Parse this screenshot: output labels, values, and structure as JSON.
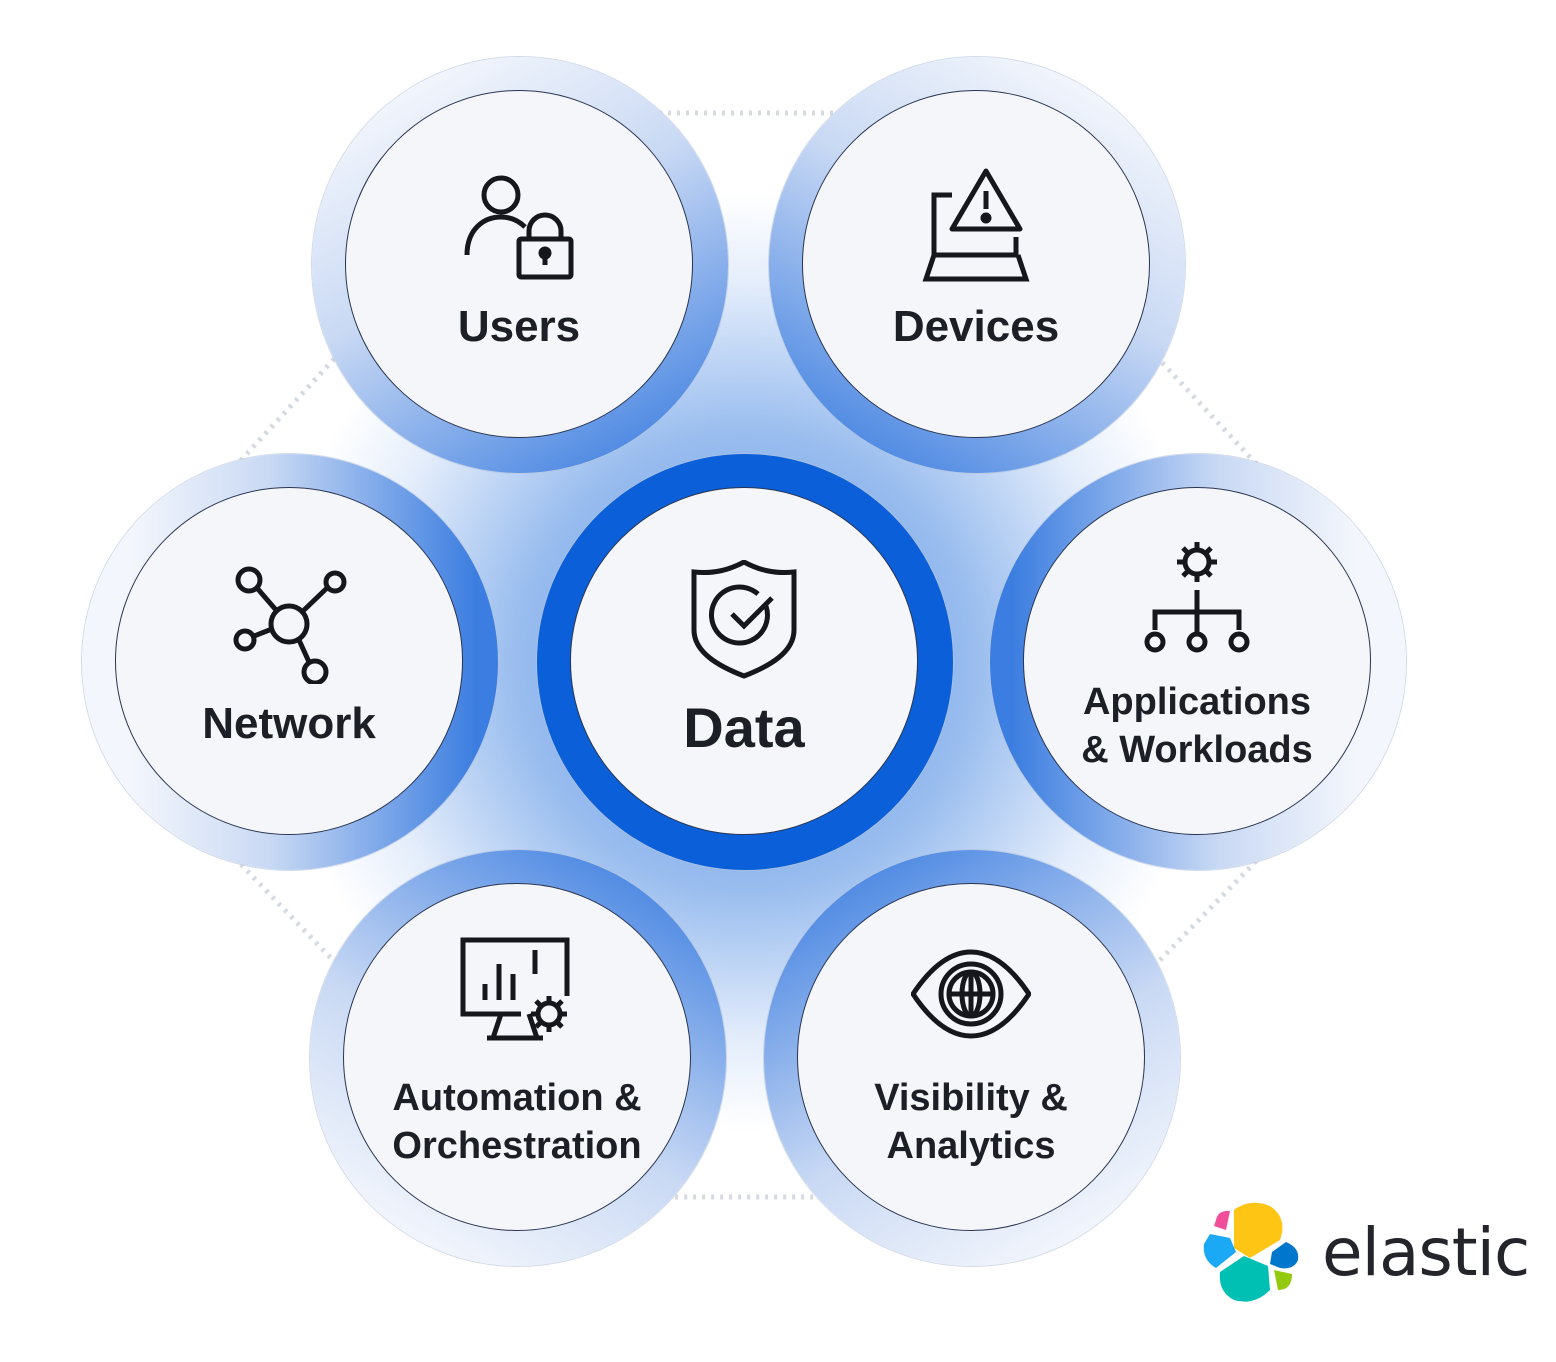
{
  "center": {
    "label": "Data",
    "icon": "shield-check-icon"
  },
  "nodes": [
    {
      "label": "Users",
      "icon": "user-lock-icon"
    },
    {
      "label": "Devices",
      "icon": "laptop-warning-icon"
    },
    {
      "label": "Network",
      "icon": "network-nodes-icon"
    },
    {
      "label_line1": "Applications",
      "label_line2": "& Workloads",
      "icon": "hierarchy-gear-icon"
    },
    {
      "label_line1": "Automation &",
      "label_line2": "Orchestration",
      "icon": "monitor-chart-gear-icon"
    },
    {
      "label_line1": "Visibility &",
      "label_line2": "Analytics",
      "icon": "eye-globe-icon"
    }
  ],
  "brand": {
    "name": "elastic"
  },
  "colors": {
    "ring_blue": "#3b7de0",
    "core_blue": "#0b5fd9",
    "ring_light": "#f3f6fc",
    "text": "#1c1f26"
  }
}
